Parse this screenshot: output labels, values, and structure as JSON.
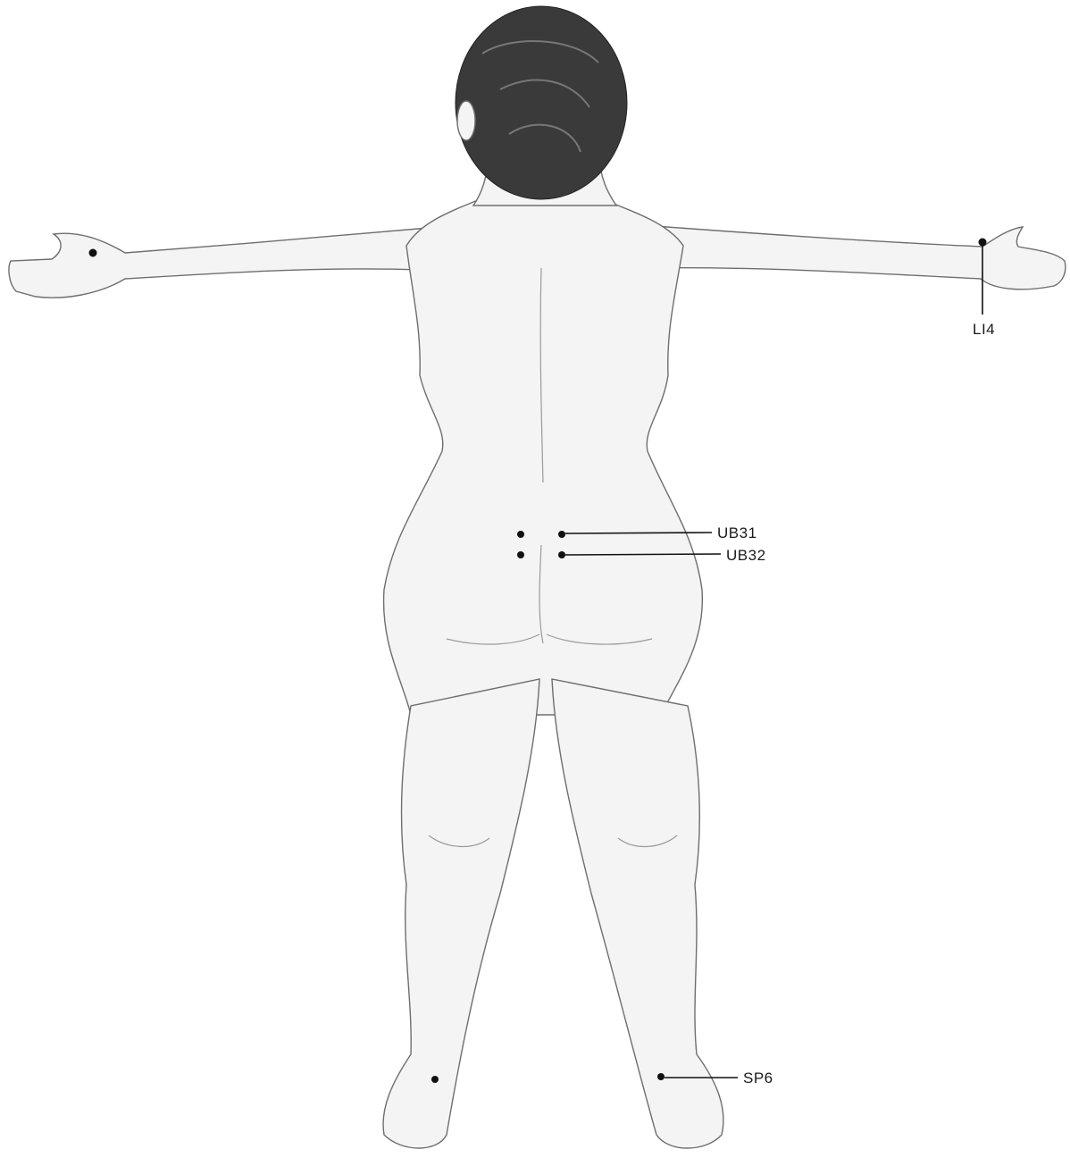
{
  "figure": {
    "subject": "acupuncture points, posterior view",
    "points": [
      {
        "id": "LI4",
        "label": "LI4"
      },
      {
        "id": "UB31",
        "label": "UB31"
      },
      {
        "id": "UB32",
        "label": "UB32"
      },
      {
        "id": "SP6",
        "label": "SP6"
      }
    ],
    "colors": {
      "background": "#ffffff",
      "ink": "#111111",
      "skin": "#f4f4f4",
      "outline": "#6e6e6e"
    }
  }
}
